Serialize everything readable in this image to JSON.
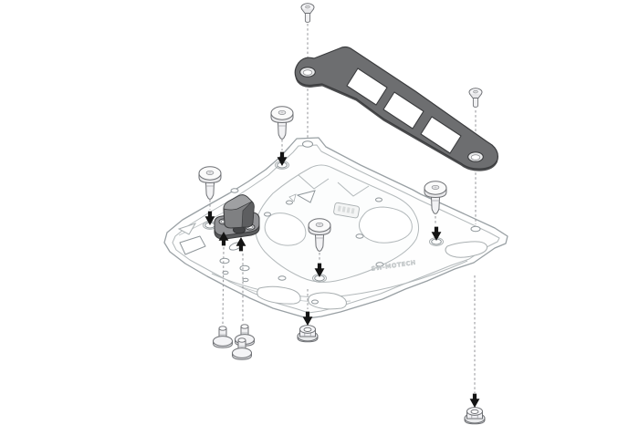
{
  "diagram": {
    "kind": "exploded-assembly-technical-illustration",
    "background": "#ffffff",
    "branding": {
      "plate_marking": "SW-MOTECH"
    },
    "colors": {
      "plate_line": "#99a0a4",
      "plate_detail_line": "#b3b9bb",
      "plate_fill": "#fefefe",
      "bracket_fill": "#6d6e70",
      "bracket_edge": "#3b3c3e",
      "bracket_shadow": "#4c4d4f",
      "adapter_top": "#9fa0a2",
      "adapter_body": "#7f8082",
      "adapter_dark": "#5d5e60",
      "hardware_line": "#6f7175",
      "hardware_fill": "#f3f3f5",
      "arrow": "#141414",
      "axis_dash": "#9a9ca0"
    },
    "parts": [
      {
        "id": "adapter-plate",
        "name": "Adapter plate (rack base)",
        "count": 1
      },
      {
        "id": "mounting-bracket",
        "name": "Slotted mounting bracket",
        "count": 1
      },
      {
        "id": "countersunk-screw",
        "name": "Countersunk screw",
        "count": 2
      },
      {
        "id": "distance-screw",
        "name": "Collar-head distance screw",
        "count": 4
      },
      {
        "id": "quick-lock-block",
        "name": "Lock adapter block",
        "count": 1
      },
      {
        "id": "flange-screw",
        "name": "Flange screw",
        "count": 3
      },
      {
        "id": "flange-nut",
        "name": "Flange nut",
        "count": 2
      }
    ],
    "annotations": {
      "down_arrows": 6,
      "up_arrows": 2,
      "assembly_axes_style": "vertical dashed lines"
    }
  }
}
